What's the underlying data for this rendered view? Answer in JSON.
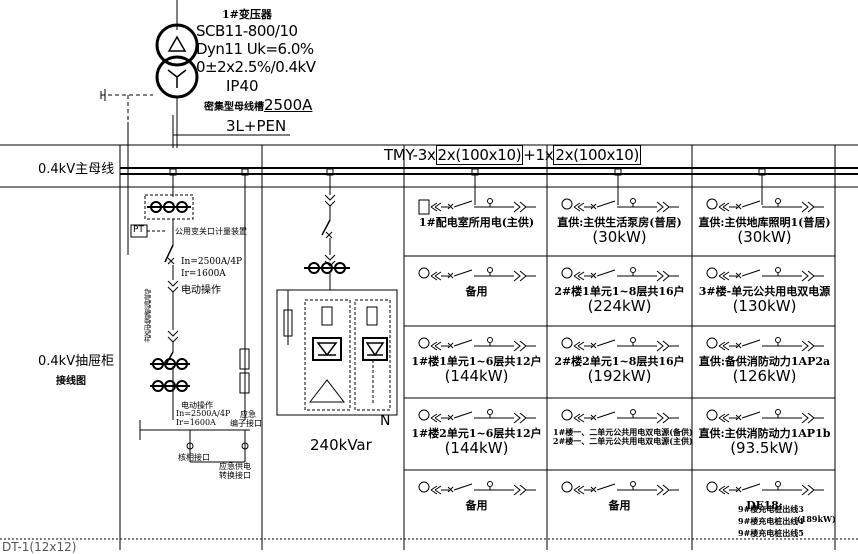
{
  "transformer": {
    "title": "1#变压器",
    "model": "SCB11-800/10",
    "vector_group": "Dyn11 Uk=6.0%",
    "ratio": "0±2x2.5%/0.4kV",
    "ip": "IP40",
    "busway": "密集型母线槽",
    "busway_rating": "2500A",
    "conductor": "3L+PEN"
  },
  "row_labels": {
    "bus": "0.4kV主母线",
    "wiring": "0.4kV抽屉柜",
    "wiring_sub": "接线图"
  },
  "busbar_spec": {
    "prefix": "TMY-3x",
    "a": "2x(100x10)",
    "mid": "+1x",
    "b": "2x(100x10)"
  },
  "incomer": {
    "pt_label": "PT",
    "meter_label": "公用变关口计量装置",
    "in_rating": "In=2500A/4P",
    "ir_rating": "Ir=1600A",
    "operation": "电动操作",
    "vertical_note": "负荷侧设置电压采样",
    "op2": "电动操作",
    "in2": "In=2500A/4P",
    "ir2": "Ir=1600A",
    "emergency_a": "应急",
    "emergency_b": "编子接口",
    "phase_check": "核相接口",
    "emergency_c": "应急供电",
    "emergency_d": "转换接口"
  },
  "capacitor": {
    "rating": "240kVar",
    "neutral": "N"
  },
  "feeders": [
    {
      "l1": "1#配电室所用电(主供)",
      "l2": ""
    },
    {
      "l1": "直供:主供生活泵房(普居)",
      "l2": "(30kW)"
    },
    {
      "l1": "直供:主供地库照明1(普居)",
      "l2": "(30kW)"
    },
    {
      "l1": "备用",
      "l2": ""
    },
    {
      "l1": "2#楼1单元1~8层共16户",
      "l2": "(224kW)"
    },
    {
      "l1": "3#楼-单元公共用电双电源",
      "l2": "(130kW)"
    },
    {
      "l1": "1#楼1单元1~6层共12户",
      "l2": "(144kW)"
    },
    {
      "l1": "2#楼2单元1~8层共16户",
      "l2": "(192kW)"
    },
    {
      "l1": "直供:备供消防动力1AP2a",
      "l2": "(126kW)"
    },
    {
      "l1": "1#楼2单元1~6层共12户",
      "l2": "(144kW)"
    },
    {
      "l1": "1#楼一、二单元公共用电双电源(备供)",
      "l2": "2#楼一、二单元公共用电双电源(主供)"
    },
    {
      "l1": "直供:主供消防动力1AP1b",
      "l2": "(93.5kW)"
    },
    {
      "l1": "备用",
      "l2": ""
    },
    {
      "l1": "备用",
      "l2": ""
    },
    {
      "l1": "DF18:",
      "l2": ""
    }
  ],
  "df18": {
    "a": "9#楼充电桩出线3",
    "b": "9#楼充电桩出线4",
    "c": "9#楼充电桩出线5",
    "kw": "(189kW)"
  },
  "bottom_fragment": "DT-1(12x12)"
}
